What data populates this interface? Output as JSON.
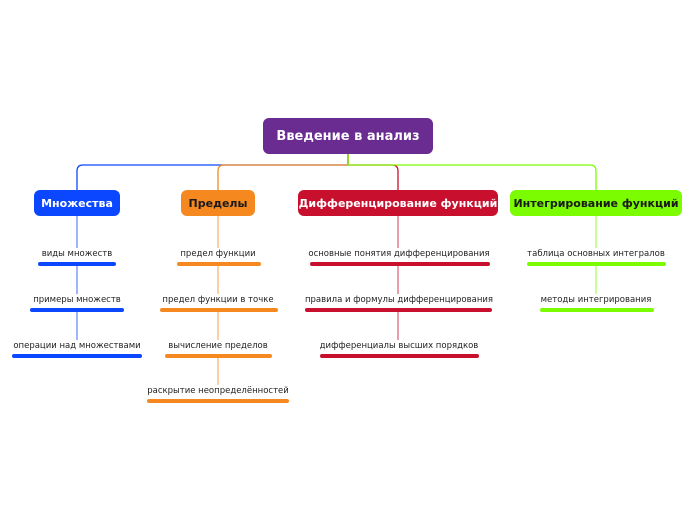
{
  "root": {
    "title": "Введение в анализ",
    "color": "#6a2c91"
  },
  "branches": [
    {
      "title": "Множества",
      "color": "#0a47ff",
      "text_color": "#ffffff",
      "items": [
        "виды множеств",
        "примеры множеств",
        "операции над множествами"
      ]
    },
    {
      "title": "Пределы",
      "color": "#f5891f",
      "text_color": "#1a1a1a",
      "items": [
        "предел функции",
        "предел функции в точке",
        "вычисление пределов",
        "раскрытие неопределённостей"
      ]
    },
    {
      "title": "Дифференцирование функций",
      "color": "#c8102e",
      "text_color": "#ffffff",
      "items": [
        "основные понятия дифференцирования",
        "правила и формулы дифференцирования",
        "дифференциалы высших порядков"
      ]
    },
    {
      "title": "Интегрирование функций",
      "color": "#7cfc00",
      "text_color": "#1a1a1a",
      "items": [
        "таблица основных интегралов",
        "методы интегрирования"
      ]
    }
  ]
}
